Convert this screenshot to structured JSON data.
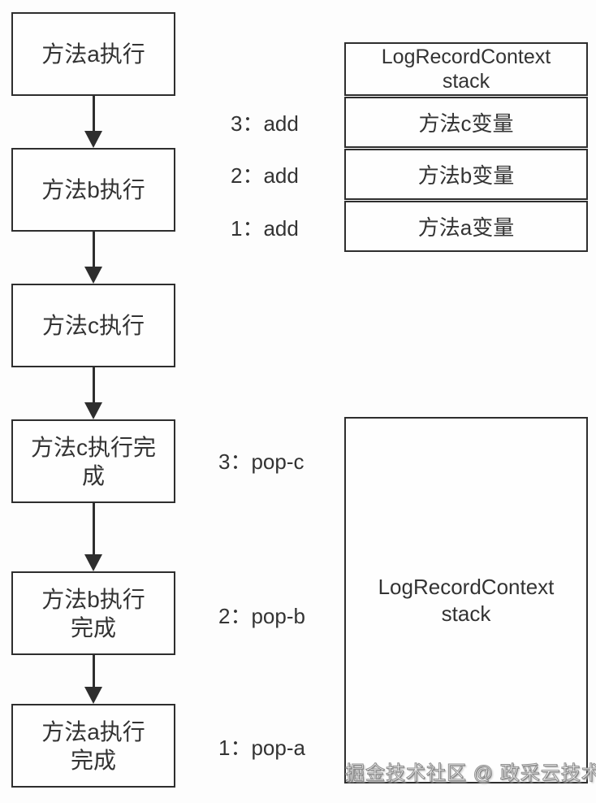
{
  "colors": {
    "border": "#2e2e2e",
    "text": "#333333",
    "background": "#fdfdfd",
    "box_fill": "#fefefe",
    "watermark_fill": "#f4f4f4",
    "watermark_outline": "#8f8f8f"
  },
  "flow_boxes": [
    {
      "label": "方法a执行"
    },
    {
      "label": "方法b执行"
    },
    {
      "label": "方法c执行"
    },
    {
      "label": "方法c执行完成"
    },
    {
      "label": "方法b执行完成"
    },
    {
      "label": "方法a执行完成"
    }
  ],
  "add_steps": [
    {
      "label": "3：add"
    },
    {
      "label": "2：add"
    },
    {
      "label": "1：add"
    }
  ],
  "pop_steps": [
    {
      "label": "3：pop-c"
    },
    {
      "label": "2：pop-b"
    },
    {
      "label": "1：pop-a"
    }
  ],
  "stack_top": {
    "title_line1": "LogRecordContext",
    "title_line2": "stack",
    "cells": [
      {
        "label": "方法c变量"
      },
      {
        "label": "方法b变量"
      },
      {
        "label": "方法a变量"
      }
    ]
  },
  "stack_bottom": {
    "title_line1": "LogRecordContext",
    "title_line2": "stack"
  },
  "watermark": {
    "text": "掘金技术社区 @ 政采云技术"
  }
}
